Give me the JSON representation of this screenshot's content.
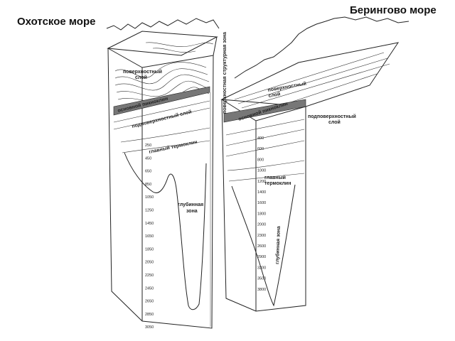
{
  "titles": {
    "left": "Охотское море",
    "right": "Берингово море"
  },
  "okhotsk": {
    "labels": {
      "surface": [
        "поверхностный",
        "слой"
      ],
      "pycnocline": "основной пикноклин",
      "subsurface": "подповерхностный слой",
      "thermocline": "главный термоклин",
      "deep": [
        "глубинная",
        "зона"
      ],
      "structural": "поверхностная структурная зона"
    },
    "depths": [
      "250",
      "450",
      "650",
      "850",
      "1050",
      "1250",
      "1450",
      "1650",
      "1850",
      "2050",
      "2250",
      "2450",
      "2650",
      "2850",
      "3050"
    ]
  },
  "bering": {
    "labels": {
      "surface": [
        "поверхностный",
        "слой"
      ],
      "pycnocline": "основной пикноклин",
      "subsurface": [
        "подповерхностный",
        "слой"
      ],
      "thermocline": [
        "главный",
        "термоклин"
      ],
      "deep": "глубинная зона"
    },
    "depths": [
      "400",
      "600",
      "800",
      "1000",
      "1200",
      "1400",
      "1600",
      "1800",
      "2000",
      "2300",
      "2600",
      "2900",
      "3200",
      "3500",
      "3800"
    ]
  }
}
